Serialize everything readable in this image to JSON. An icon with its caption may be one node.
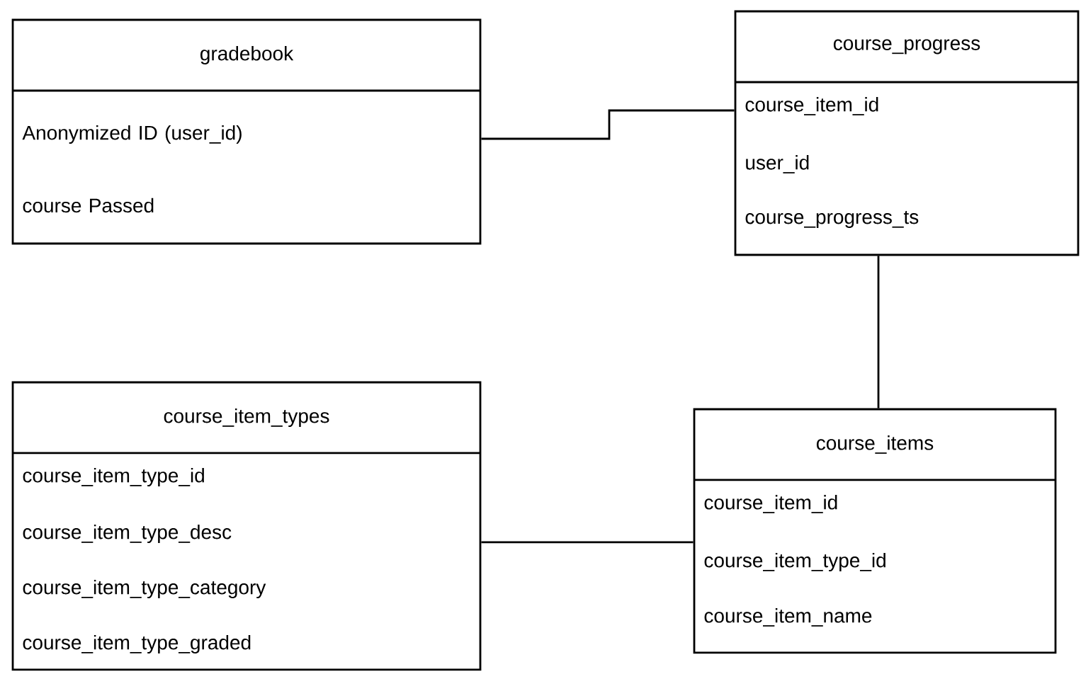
{
  "diagram": {
    "nodes": [
      {
        "text": [
          "gradebook",
          "Anonymized ID (user_id)",
          "course Passed"
        ]
      },
      {
        "text": [
          "course_progress",
          "course_item_id",
          "user_id",
          "course_progress_ts"
        ]
      },
      {
        "text": [
          "course_item_types",
          "course_item_type_id",
          "course_item_type_desc",
          "course_item_type_category",
          "course_item_type_graded"
        ]
      },
      {
        "text": [
          "course_items",
          "course_item_id",
          "course_item_type_id",
          "course_item_name"
        ]
      }
    ],
    "edges": [
      {
        "from": 0,
        "to": 1,
        "arrow": "none"
      },
      {
        "from": 1,
        "to": 3,
        "arrow": "none"
      },
      {
        "from": 2,
        "to": 3,
        "arrow": "none"
      }
    ]
  }
}
